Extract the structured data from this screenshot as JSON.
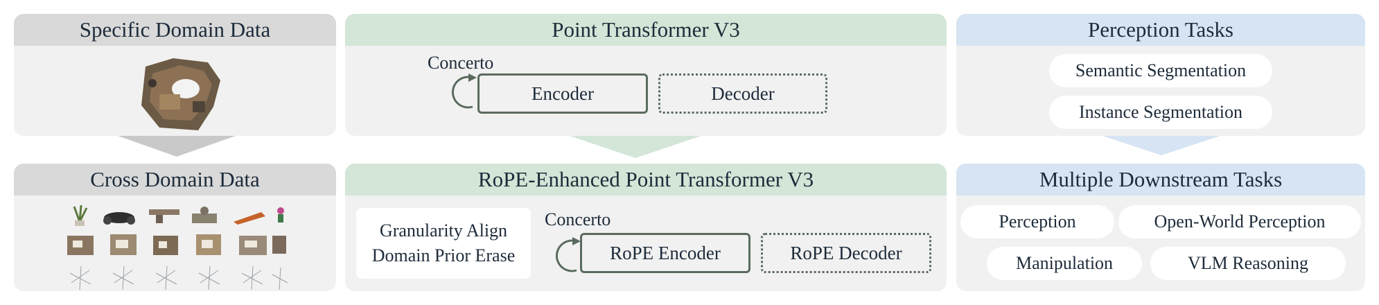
{
  "left_top": {
    "title": "Specific Domain Data"
  },
  "left_bottom": {
    "title": "Cross Domain Data"
  },
  "mid_top": {
    "title": "Point Transformer V3",
    "concerto_label": "Concerto",
    "encoder_label": "Encoder",
    "decoder_label": "Decoder"
  },
  "mid_bottom": {
    "title": "RoPE-Enhanced Point Transformer V3",
    "align_line1": "Granularity Align",
    "align_line2": "Domain Prior Erase",
    "concerto_label": "Concerto",
    "encoder_label": "RoPE Encoder",
    "decoder_label": "RoPE Decoder"
  },
  "right_top": {
    "title": "Perception Tasks",
    "items": [
      "Semantic Segmentation",
      "Instance Segmentation"
    ]
  },
  "right_bottom": {
    "title": "Multiple Downstream Tasks",
    "items": [
      "Perception",
      "Open-World Perception",
      "Manipulation",
      "VLM Reasoning"
    ]
  },
  "colors": {
    "gray_header": "#d9d9d9",
    "green_header": "#d3e6d7",
    "blue_header": "#d6e4f3",
    "panel_bg": "#f1f1f1"
  }
}
